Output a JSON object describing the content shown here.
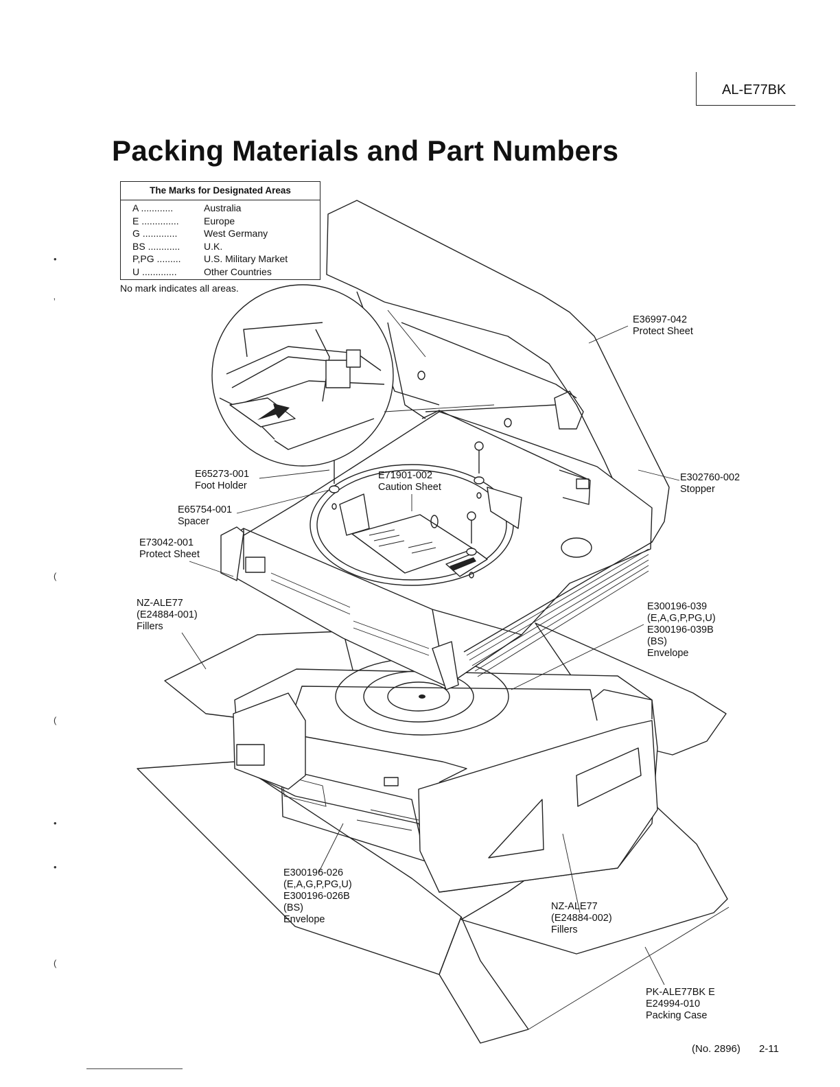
{
  "header": {
    "model": "AL-E77BK"
  },
  "title": "Packing Materials and Part Numbers",
  "marks_table": {
    "heading": "The Marks for Designated Areas",
    "rows": [
      {
        "code": "A",
        "dots": "............",
        "area": "Australia"
      },
      {
        "code": "E",
        "dots": "..............",
        "area": "Europe"
      },
      {
        "code": "G",
        "dots": ".............",
        "area": "West Germany"
      },
      {
        "code": "BS",
        "dots": "............",
        "area": "U.K."
      },
      {
        "code": "P,PG",
        "dots": ".........",
        "area": "U.S. Military Market"
      },
      {
        "code": "U",
        "dots": ".............",
        "area": "Other Countries"
      }
    ],
    "note": "No mark indicates all areas."
  },
  "callouts": {
    "protect_sheet_top": {
      "lines": [
        "E36997-042",
        "Protect Sheet"
      ]
    },
    "foot_holder": {
      "lines": [
        "E65273-001",
        "Foot Holder"
      ]
    },
    "caution_sheet": {
      "lines": [
        "E71901-002",
        "Caution Sheet"
      ]
    },
    "stopper": {
      "lines": [
        "E302760-002",
        "Stopper"
      ]
    },
    "spacer": {
      "lines": [
        "E65754-001",
        "Spacer"
      ]
    },
    "protect_sheet_side": {
      "lines": [
        "E73042-001",
        "Protect Sheet"
      ]
    },
    "fillers_top": {
      "lines": [
        "NZ-ALE77",
        "(E24884-001)",
        "Fillers"
      ]
    },
    "envelope_right": {
      "lines": [
        "E300196-039",
        "(E,A,G,P,PG,U)",
        "E300196-039B",
        "(BS)",
        "Envelope"
      ]
    },
    "envelope_bottom": {
      "lines": [
        "E300196-026",
        "(E,A,G,P,PG,U)",
        "E300196-026B",
        "(BS)",
        "Envelope"
      ]
    },
    "fillers_bottom": {
      "lines": [
        "NZ-ALE77",
        "(E24884-002)",
        "Fillers"
      ]
    },
    "packing_case": {
      "lines": [
        "PK-ALE77BK E",
        "E24994-010",
        "Packing Case"
      ]
    }
  },
  "footer": {
    "doc_no": "(No. 2896)",
    "page": "2-11"
  }
}
